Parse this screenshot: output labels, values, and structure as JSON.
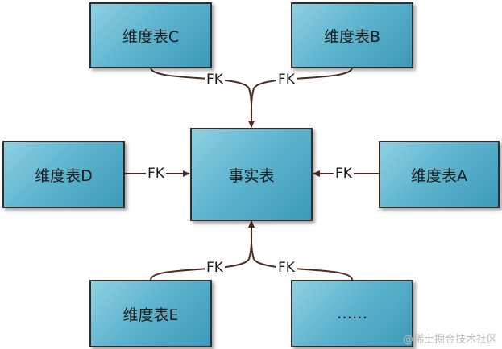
{
  "diagram": {
    "center": "事实表",
    "tables": {
      "c": "维度表C",
      "b": "维度表B",
      "d": "维度表D",
      "a": "维度表A",
      "e": "维度表E",
      "more": "……"
    },
    "fk_label": "FK",
    "colors": {
      "box_fill": "#5fb5cf",
      "box_border": "#2e2e2e",
      "connector": "#4a2a22"
    }
  },
  "watermark": "@稀土掘金技术社区"
}
